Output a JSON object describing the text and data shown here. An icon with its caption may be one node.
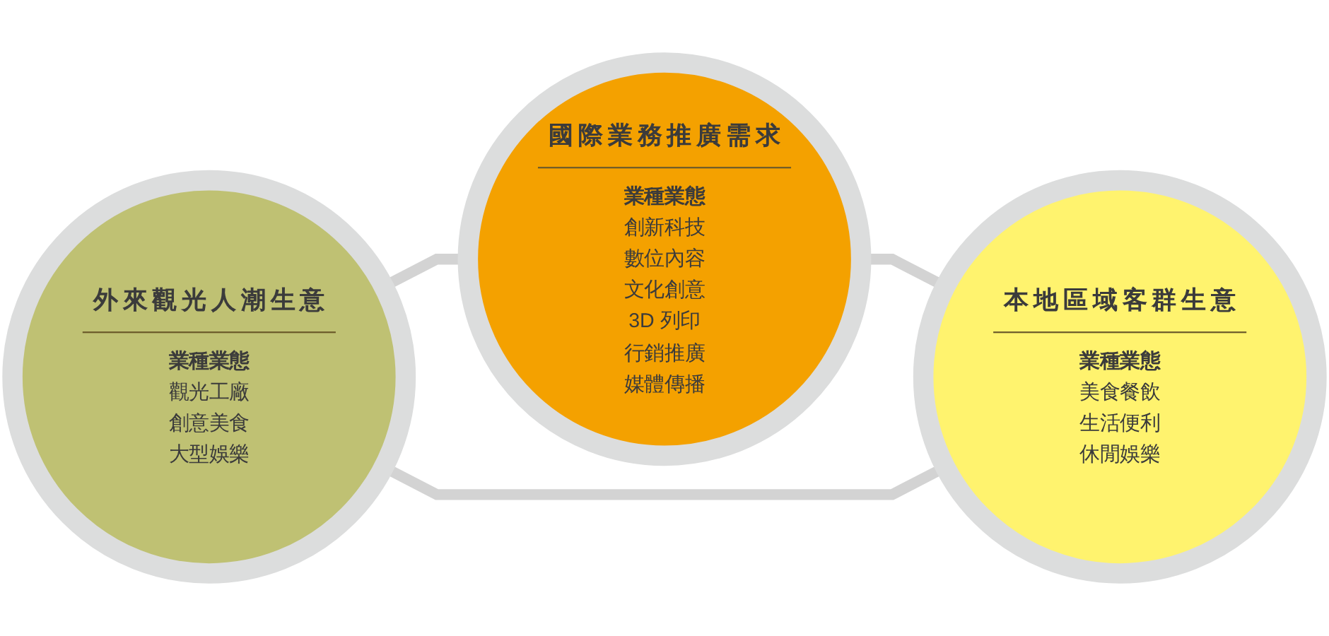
{
  "diagram": {
    "nodes": [
      {
        "text": [
          "國際業務推廣需求",
          "業種業態",
          "創新科技",
          "數位內容",
          "文化創意",
          "3D 列印",
          "行銷推廣",
          "媒體傳播"
        ]
      },
      {
        "text": [
          "外來觀光人潮生意",
          "業種業態",
          "觀光工廠",
          "創意美食",
          "大型娛樂"
        ]
      },
      {
        "text": [
          "本地區域客群生意",
          "業種業態",
          "美食餐飲",
          "生活便利",
          "休閒娛樂"
        ]
      }
    ],
    "edges": [
      {
        "from": 1,
        "to": 0,
        "arrow": "none"
      },
      {
        "from": 0,
        "to": 2,
        "arrow": "none"
      },
      {
        "from": 1,
        "to": 2,
        "arrow": "none"
      }
    ]
  }
}
